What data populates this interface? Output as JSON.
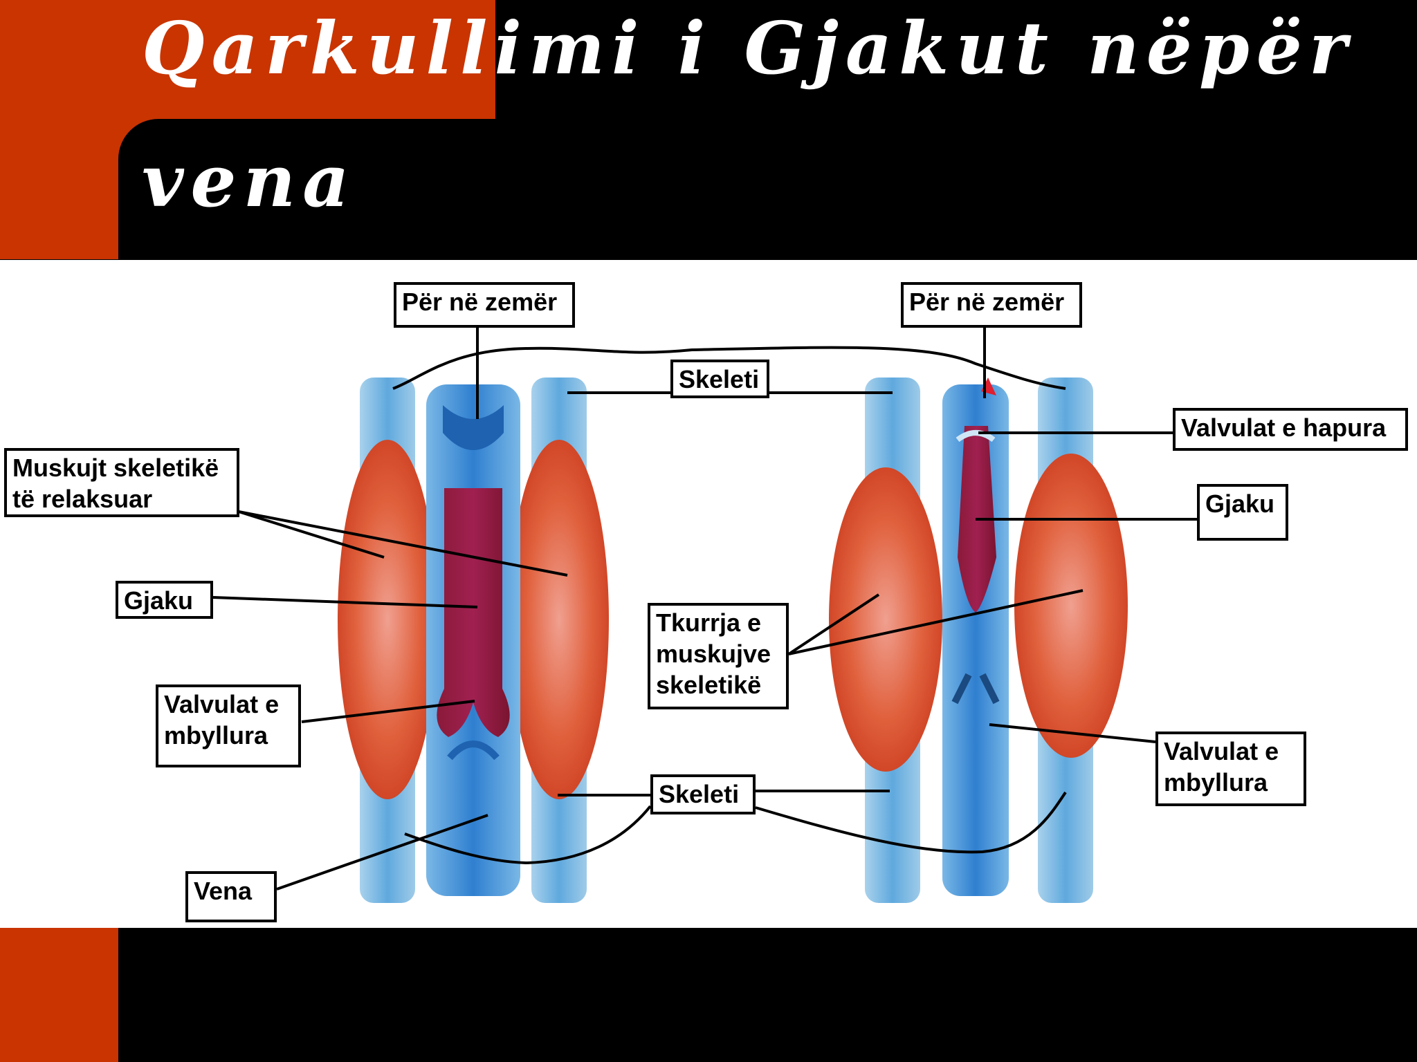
{
  "title": {
    "line1": "Qarkullimi i Gjakut nëpër",
    "line2": "vena"
  },
  "labels": {
    "to_heart_left": "Për në zemër",
    "to_heart_right": "Për në zemër",
    "skeleton_top": "Skeleti",
    "open_valves": "Valvulat e hapura",
    "relaxed_muscles": "Muskujt skeletikë\ntë relaksuar",
    "blood_right": "Gjaku",
    "blood_left": "Gjaku",
    "muscle_contraction": "Tkurrja e\nmuskujve\nskeletikë",
    "closed_valves_left": "Valvulat e\nmbyllura",
    "closed_valves_right": "Valvulat e\nmbyllura",
    "skeleton_bottom": "Skeleti",
    "vein": "Vena"
  },
  "colors": {
    "accent_orange": "#c93400",
    "background_black": "#000000",
    "content_white": "#ffffff",
    "muscle_red": "#e0603c",
    "vein_blue": "#2f7fd0",
    "blood_crimson": "#a02050"
  }
}
